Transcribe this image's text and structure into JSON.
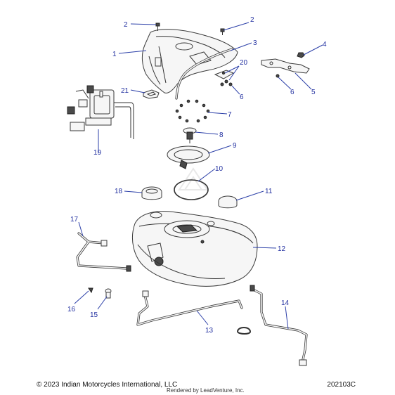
{
  "callouts": {
    "c1": "1",
    "c2a": "2",
    "c2b": "2",
    "c3": "3",
    "c4": "4",
    "c5": "5",
    "c6a": "6",
    "c6b": "6",
    "c7": "7",
    "c8": "8",
    "c9": "9",
    "c10": "10",
    "c11": "11",
    "c12": "12",
    "c13": "13",
    "c14": "14",
    "c15": "15",
    "c16": "16",
    "c17": "17",
    "c18": "18",
    "c19": "19",
    "c20": "20",
    "c21": "21"
  },
  "footer": {
    "copyright": "© 2023 Indian Motorcycles International, LLC",
    "rendered_by": "Rendered by LeadVenture, Inc.",
    "diagram_code": "202103C"
  },
  "colors": {
    "callout": "#2230a0",
    "leader": "#2b3fa8",
    "part_fill": "#f6f6f6",
    "outline": "#3a3a3a"
  }
}
